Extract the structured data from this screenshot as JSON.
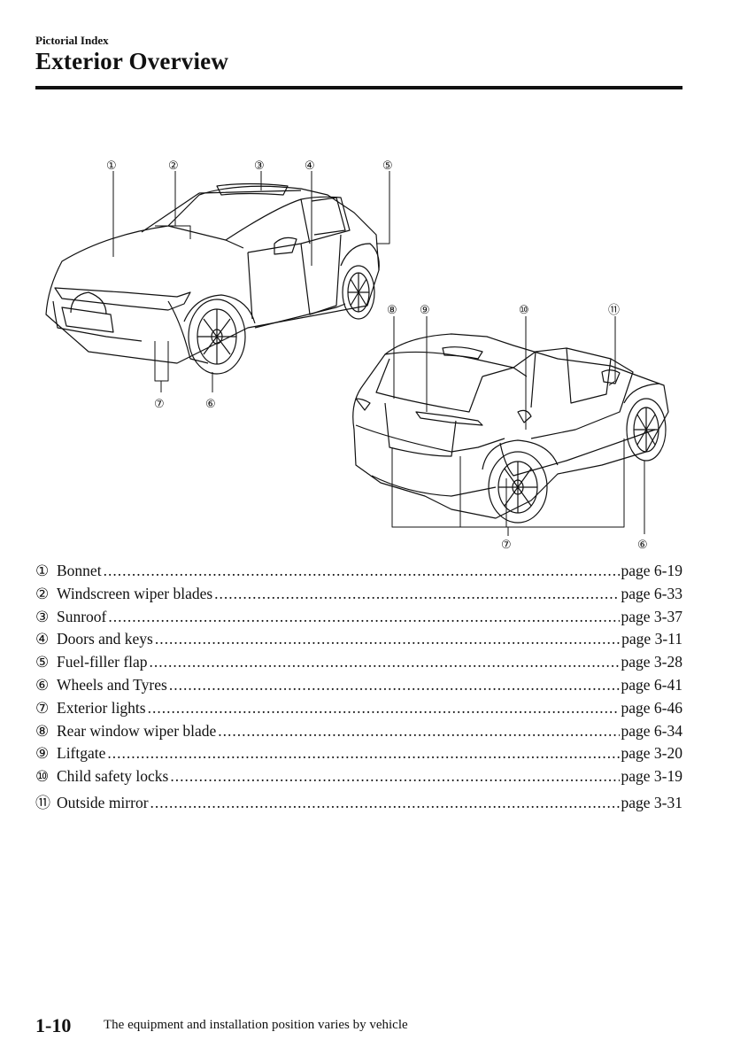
{
  "header": {
    "section": "Pictorial Index",
    "title": "Exterior Overview"
  },
  "figure": {
    "callouts": [
      "①",
      "②",
      "③",
      "④",
      "⑤",
      "⑥",
      "⑦",
      "⑧",
      "⑨",
      "⑩",
      "⑪"
    ],
    "front_bottom": [
      "⑦",
      "⑥"
    ],
    "rear_bottom": [
      "⑦",
      "⑥"
    ]
  },
  "index": [
    {
      "num": "①",
      "label": "Bonnet",
      "page": "page 6-19"
    },
    {
      "num": "②",
      "label": "Windscreen wiper blades",
      "page": "page 6-33"
    },
    {
      "num": "③",
      "label": "Sunroof",
      "page": "page 3-37"
    },
    {
      "num": "④",
      "label": "Doors and keys",
      "page": "page 3-11"
    },
    {
      "num": "⑤",
      "label": "Fuel-filler flap",
      "page": "page 3-28"
    },
    {
      "num": "⑥",
      "label": "Wheels and Tyres",
      "page": "page 6-41"
    },
    {
      "num": "⑦",
      "label": "Exterior lights",
      "page": "page 6-46"
    },
    {
      "num": "⑧",
      "label": "Rear window wiper blade",
      "page": "page 6-34"
    },
    {
      "num": "⑨",
      "label": "Liftgate",
      "page": "page 3-20"
    },
    {
      "num": "⑩",
      "label": "Child safety locks",
      "page": "page 3-19"
    },
    {
      "num": "⑪",
      "label": "Outside mirror",
      "page": "page 3-31"
    }
  ],
  "footer": {
    "page_number": "1-10",
    "note": "The equipment and installation position varies by vehicle"
  }
}
